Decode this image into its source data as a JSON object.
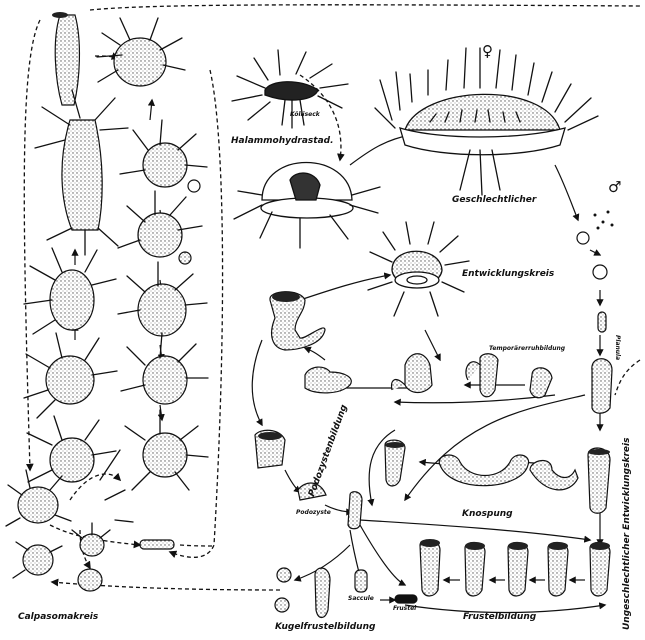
{
  "labels": {
    "kallsaecke": "Kölliseck",
    "halammohydra_stadium": "Halammohydrastad.",
    "geschlechtlicher": "Geschlechtlicher",
    "entwicklungskreis": "Entwicklungskreis",
    "temporaer_ruhebildung": "Temporärerruhbildung",
    "planula": "Planula",
    "podozystenbildung": "Podozystenbildung",
    "podozyste": "Podozyste",
    "knospung": "Knospung",
    "ungeschlechtlicher_entwicklungskreis": "Ungeschlechtlicher Entwicklungskreis",
    "calpasomakreis": "Calpasomakreis",
    "sacculo": "Saccule",
    "frustel": "Frustel",
    "kugelfrustelbildung": "Kugelfrustelbildung",
    "frustelbildung": "Frustelbildung"
  },
  "symbols": {
    "female": "♀",
    "male": "♂"
  },
  "colors": {
    "ink": "#111111",
    "stipple": "#bdbdbd",
    "paper": "#ffffff"
  }
}
